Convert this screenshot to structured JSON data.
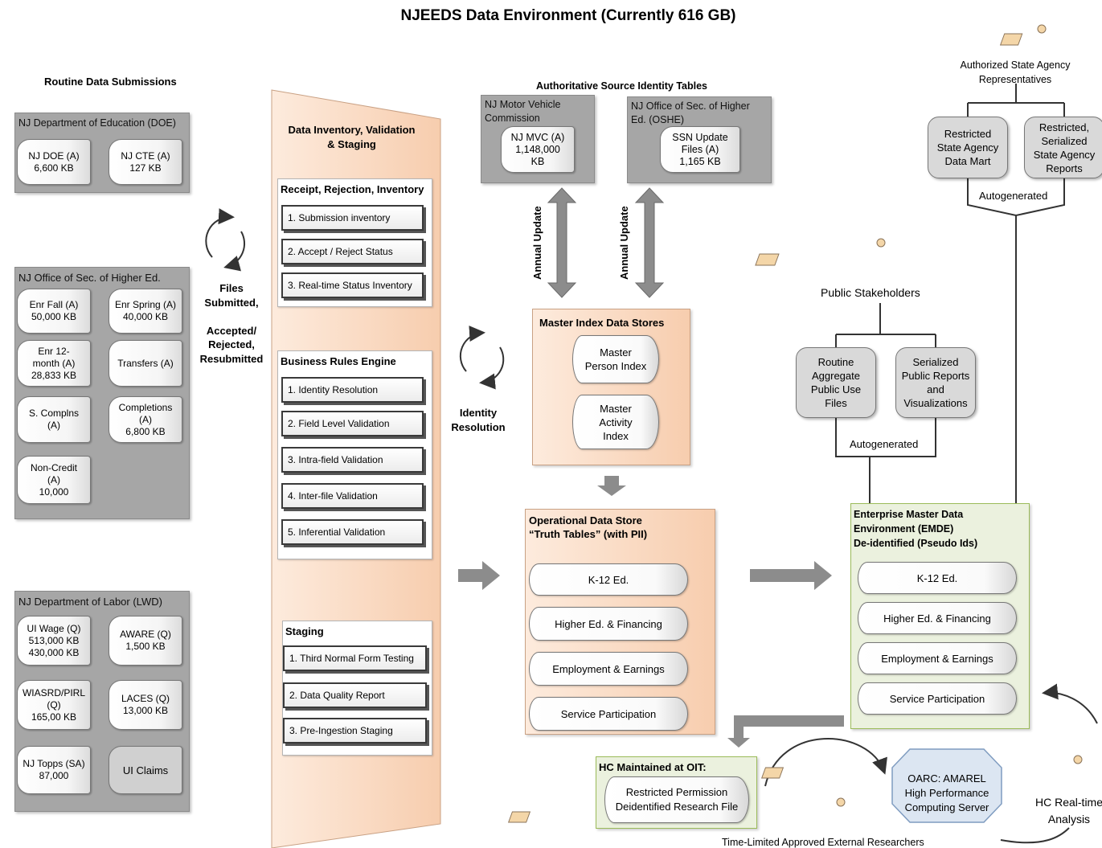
{
  "title": "NJEEDS Data Environment (Currently 616 GB)",
  "routine": {
    "heading": "Routine Data Submissions",
    "doe": {
      "name": "NJ Department of Education (DOE)",
      "files": [
        "NJ DOE (A)\n6,600 KB",
        "NJ CTE (A)\n127 KB"
      ]
    },
    "oshe": {
      "name": "NJ Office of Sec. of Higher Ed.",
      "files": [
        "Enr Fall (A)\n50,000 KB",
        "Enr Spring (A)\n40,000 KB",
        "Enr 12-\nmonth (A)\n28,833 KB",
        "Transfers (A)",
        "S. Complns\n(A)",
        "Completions\n(A)\n6,800 KB",
        "Non-Credit\n(A)\n10,000"
      ]
    },
    "lwd": {
      "name": "NJ Department of Labor (LWD)",
      "files": [
        "UI Wage (Q)\n513,000 KB\n430,000 KB",
        "AWARE (Q)\n1,500 KB",
        "WIASRD/PIRL\n(Q)\n165,00 KB",
        "LACES (Q)\n13,000 KB",
        "NJ Topps (SA)\n87,000",
        "UI Claims"
      ]
    }
  },
  "files_label": "Files\nSubmitted,\n\nAccepted/\nRejected,\nResubmitted",
  "inventory": {
    "heading": "Data Inventory, Validation\n& Staging",
    "receipt": {
      "heading": "Receipt, Rejection, Inventory",
      "steps": [
        "1. Submission inventory",
        "2. Accept / Reject Status",
        "3. Real-time Status Inventory"
      ]
    },
    "rules": {
      "heading": "Business Rules Engine",
      "steps": [
        "1. Identity Resolution",
        "2. Field Level Validation",
        "3. Intra-field Validation",
        "4. Inter-file Validation",
        "5. Inferential Validation"
      ]
    },
    "staging": {
      "heading": "Staging",
      "steps": [
        "1. Third Normal Form Testing",
        "2. Data Quality Report",
        "3. Pre-Ingestion Staging"
      ]
    }
  },
  "identity_label": "Identity\nResolution",
  "authoritative": {
    "heading": "Authoritative Source Identity Tables",
    "mvc": {
      "name": "NJ Motor Vehicle\nCommission",
      "file": "NJ MVC (A)\n1,148,000\nKB"
    },
    "oshe": {
      "name": "NJ Office of Sec. of Higher\nEd. (OSHE)",
      "file": "SSN Update\nFiles (A)\n1,165 KB"
    },
    "update_label": "Annual Update"
  },
  "master_index": {
    "heading": "Master Index Data Stores",
    "stores": [
      "Master\nPerson Index",
      "Master\nActivity\nIndex"
    ]
  },
  "ods": {
    "heading": "Operational Data Store\n“Truth  Tables”  (with PII)",
    "tables": [
      "K-12 Ed.",
      "Higher Ed. & Financing",
      "Employment & Earnings",
      "Service Participation"
    ]
  },
  "emde": {
    "heading": "Enterprise Master Data\nEnvironment (EMDE)\nDe-identified (Pseudo Ids)",
    "tables": [
      "K-12 Ed.",
      "Higher Ed. & Financing",
      "Employment & Earnings",
      "Service Participation"
    ]
  },
  "public": {
    "heading": "Public Stakeholders",
    "outputs": [
      "Routine\nAggregate\nPublic Use\nFiles",
      "Serialized\nPublic Reports\nand\nVisualizations"
    ],
    "auto": "Autogenerated"
  },
  "state": {
    "heading": "Authorized State Agency\nRepresentatives",
    "outputs": [
      "Restricted\nState Agency\nData Mart",
      "Restricted,\nSerialized\nState Agency\nReports"
    ],
    "auto": "Autogenerated"
  },
  "hc": {
    "heading": "HC Maintained at OIT:",
    "file": "Restricted Permission\nDeidentified Research File"
  },
  "oarc": "OARC: AMAREL\nHigh Performance\nComputing Server",
  "researchers": "Time-Limited Approved External Researchers",
  "realtime": "HC Real-time\nAnalysis",
  "colors": {
    "peach": "#f7cdae",
    "gray": "#a6a6a6",
    "green": "#ebf1de",
    "arrow": "#8c8c8c",
    "octagon": "#dce6f2"
  }
}
